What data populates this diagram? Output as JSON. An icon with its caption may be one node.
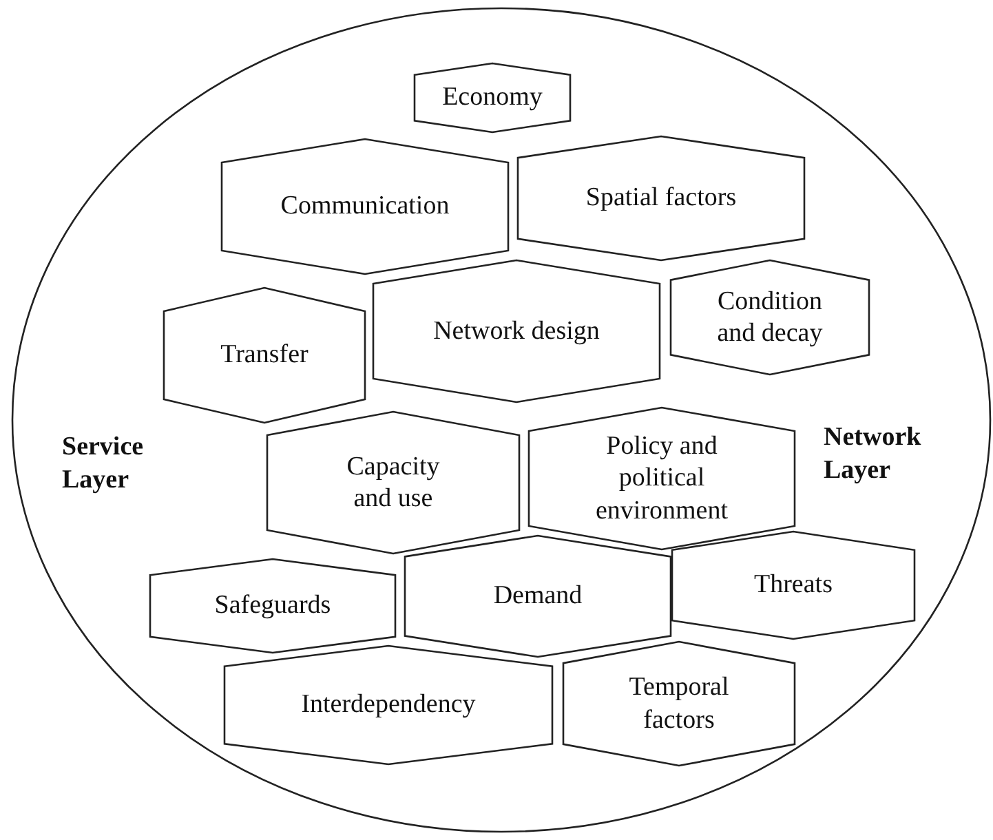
{
  "diagram": {
    "nodes": [
      {
        "text": [],
        "shape": "ellipse"
      },
      {
        "text": [
          "Economy"
        ],
        "in": 0
      },
      {
        "text": [
          "Communication"
        ],
        "in": 0
      },
      {
        "text": [
          "Spatial factors"
        ],
        "in": 0
      },
      {
        "text": [
          "Transfer"
        ],
        "in": 0
      },
      {
        "text": [
          "Network design"
        ],
        "in": 0
      },
      {
        "text": [
          "Condition and decay"
        ],
        "in": 0
      },
      {
        "text": [
          "Capacity and use"
        ],
        "in": 0
      },
      {
        "text": [
          "Policy and political environment"
        ],
        "in": 0
      },
      {
        "text": [
          "Safeguards"
        ],
        "in": 0
      },
      {
        "text": [
          "Demand"
        ],
        "in": 0
      },
      {
        "text": [
          "Threats"
        ],
        "in": 0
      },
      {
        "text": [
          "Interdependency"
        ],
        "in": 0
      },
      {
        "text": [
          "Temporal factors"
        ],
        "in": 0
      }
    ],
    "edges": [],
    "labels": [
      "Service Layer",
      "Network Layer"
    ]
  }
}
